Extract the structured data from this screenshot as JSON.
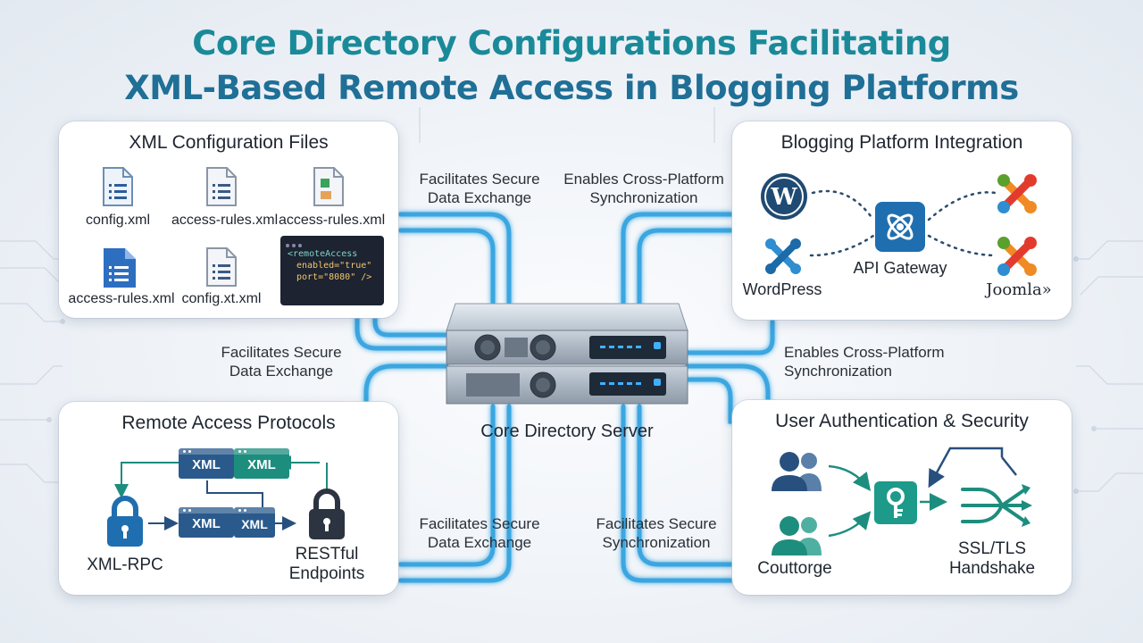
{
  "title": {
    "line1": "Core Directory Configurations Facilitating",
    "line2": "XML-Based Remote Access in Blogging Platforms"
  },
  "center": {
    "server_label": "Core Directory Server"
  },
  "connection_labels": {
    "top_left": [
      "Facilitates Secure",
      "Data Exchange"
    ],
    "top_right": [
      "Enables Cross-Platform",
      "Synchronization"
    ],
    "mid_left": [
      "Facilitates Secure",
      "Data Exchange"
    ],
    "mid_right": [
      "Enables Cross-Platform",
      "Synchronization"
    ],
    "bottom_left": [
      "Facilitates Secure",
      "Data Exchange"
    ],
    "bottom_right": [
      "Facilitates Secure",
      "Synchronization"
    ]
  },
  "panels": {
    "xml_config": {
      "title": "XML Configuration Files",
      "files": [
        "config.xml",
        "access-rules.xml",
        "access-rules.xml",
        "access-rules.xml",
        "config.xt.xml"
      ],
      "code_lines": [
        "<remoteAccess",
        "enabled=\"true\"",
        "port=\"8080\" />"
      ]
    },
    "blogging": {
      "title": "Blogging Platform Integration",
      "labels": {
        "wordpress": "WordPress",
        "gateway": "API Gateway",
        "joomla": "Joomla»"
      }
    },
    "protocols": {
      "title": "Remote Access Protocols",
      "badge_text": "XML",
      "labels": {
        "xmlrpc": "XML-RPC",
        "restful_1": "RESTful",
        "restful_2": "Endpoints"
      }
    },
    "security": {
      "title": "User Authentication & Security",
      "labels": {
        "users": "Couttorge",
        "ssl_1": "SSL/TLS",
        "ssl_2": "Handshake"
      }
    }
  },
  "colors": {
    "title_teal": "#1a8a99",
    "title_blue": "#1f6f96",
    "navy": "#27507e",
    "teal": "#1d8d7e",
    "cable": "#3aa6e0"
  },
  "icons": [
    "file-icon",
    "code-window-icon",
    "wordpress-icon",
    "joomla-icon",
    "gateway-icon",
    "lock-icon",
    "users-icon",
    "key-icon",
    "share-arrows-icon",
    "server-icon"
  ]
}
